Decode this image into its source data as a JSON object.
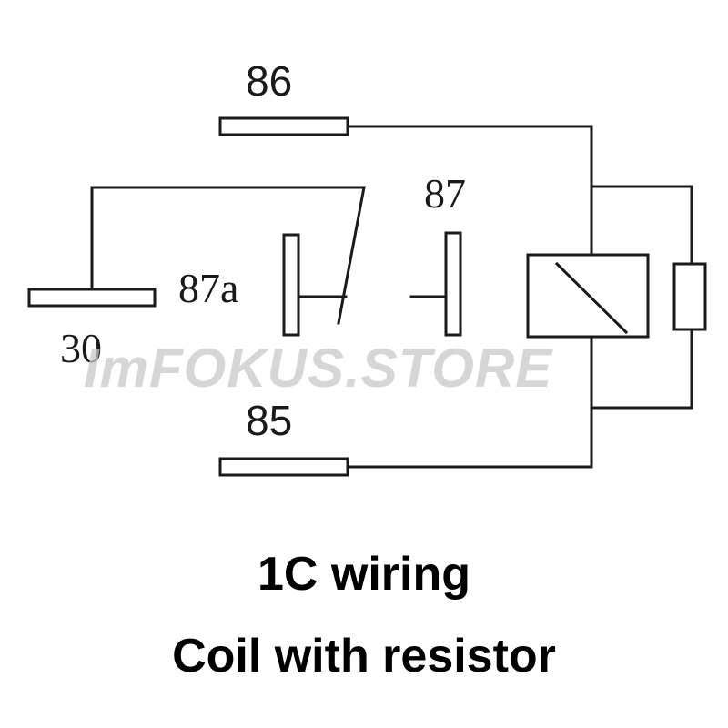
{
  "terminals": {
    "t86": "86",
    "t87": "87",
    "t87a": "87a",
    "t30": "30",
    "t85": "85"
  },
  "watermark": "ImFOKUS.STORE",
  "caption": {
    "line1": "1C wiring",
    "line2": "Coil with resistor"
  },
  "colors": {
    "line": "#1a1a1a",
    "watermark": "#c8c8c8",
    "background": "#ffffff"
  }
}
